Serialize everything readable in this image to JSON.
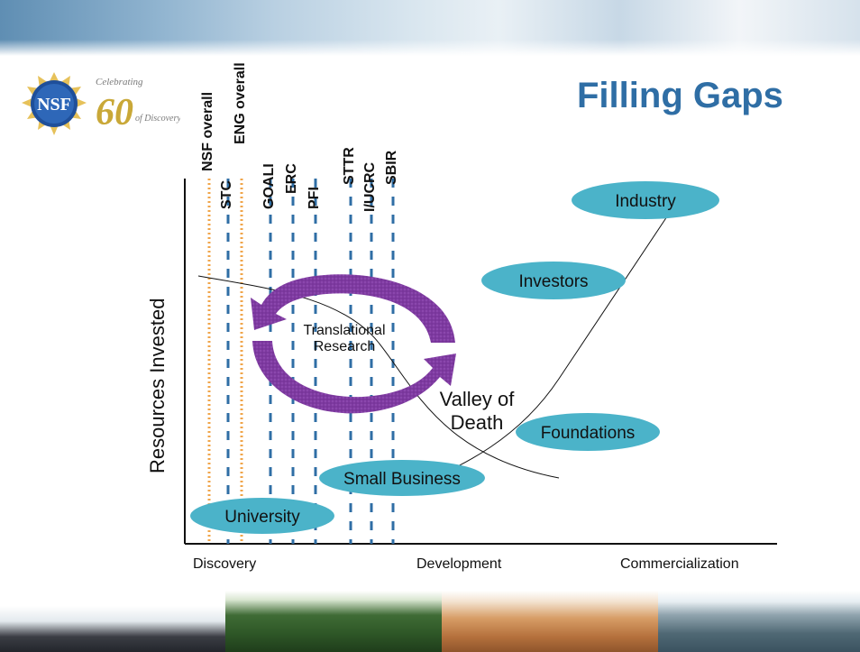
{
  "title": "Filling Gaps",
  "logo": {
    "text_nsf": "NSF",
    "text_celebrating": "Celebrating",
    "text_years": "60",
    "text_discovery": "of Discovery"
  },
  "program_lines": [
    {
      "label": "NSF overall",
      "style": "dotted",
      "color": "#f0a54a"
    },
    {
      "label": "STC",
      "style": "dashed",
      "color": "#2f6ea5"
    },
    {
      "label": "ENG overall",
      "style": "dotted",
      "color": "#f0a54a"
    },
    {
      "label": "GOALI",
      "style": "dashed",
      "color": "#2f6ea5"
    },
    {
      "label": "ERC",
      "style": "dashed",
      "color": "#2f6ea5"
    },
    {
      "label": "PFI",
      "style": "dashed",
      "color": "#2f6ea5"
    },
    {
      "label": "STTR",
      "style": "dashed",
      "color": "#2f6ea5"
    },
    {
      "label": "I/UCRC",
      "style": "dashed",
      "color": "#2f6ea5"
    },
    {
      "label": "SBIR",
      "style": "dashed",
      "color": "#2f6ea5"
    }
  ],
  "axis": {
    "y_label": "Resources Invested",
    "x_labels": [
      "Discovery",
      "Development",
      "Commercialization"
    ]
  },
  "stakeholders": [
    "University",
    "Small Business",
    "Foundations",
    "Investors",
    "Industry"
  ],
  "cycle_label": "Translational Research",
  "valley_label": "Valley of Death",
  "colors": {
    "ellipse": "#4bb3c9",
    "arrow": "#7e3aa0",
    "title": "#2f6ea5"
  }
}
